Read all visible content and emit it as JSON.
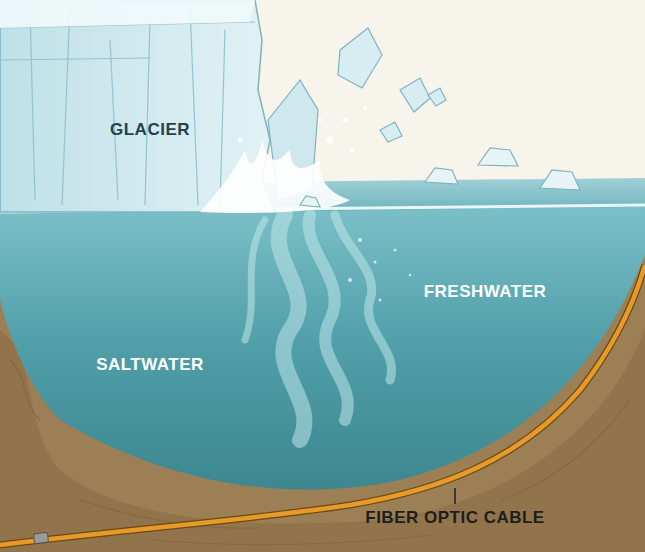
{
  "diagram": {
    "labels": [
      "GLACIER",
      "FRESHWATER",
      "SALTWATER",
      "FIBER OPTIC CABLE"
    ]
  }
}
